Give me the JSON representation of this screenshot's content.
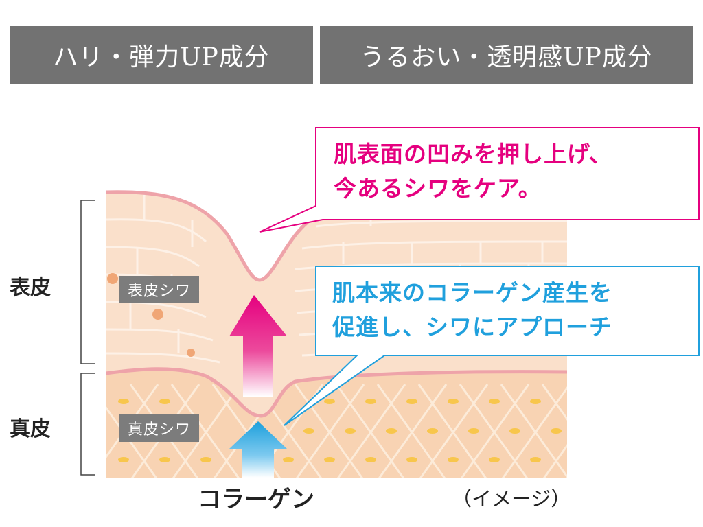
{
  "tabs": {
    "left": "ハリ・弾力UP成分",
    "right": "うるおい・透明感UP成分"
  },
  "diagram": {
    "layers": {
      "epidermis": "表皮",
      "dermis": "真皮"
    },
    "wrinkle_tags": {
      "epidermis": "表皮シワ",
      "dermis": "真皮シワ"
    },
    "callouts": {
      "pink": {
        "line1": "肌表面の凹みを押し上げ、",
        "line2": "今あるシワをケア。"
      },
      "blue": {
        "line1": "肌本来のコラーゲン産生を",
        "line2": "促進し、シワにアプローチ"
      }
    },
    "captions": {
      "collagen": "コラーゲン",
      "image_note": "（イメージ）"
    },
    "colors": {
      "tab_bg": "#727272",
      "epidermis_fill": "#fae0cb",
      "dermis_fill": "#f8d3b3",
      "membrane": "#eea3a9",
      "cell_dot": "#f0a676",
      "collagen_dot": "#f8c64c",
      "pink_accent": "#e5007f",
      "blue_accent": "#20a0dd"
    },
    "arrows": [
      {
        "name": "pink-up-arrow",
        "color": "pink",
        "direction": "up"
      },
      {
        "name": "blue-up-arrow",
        "color": "blue",
        "direction": "up"
      }
    ]
  }
}
